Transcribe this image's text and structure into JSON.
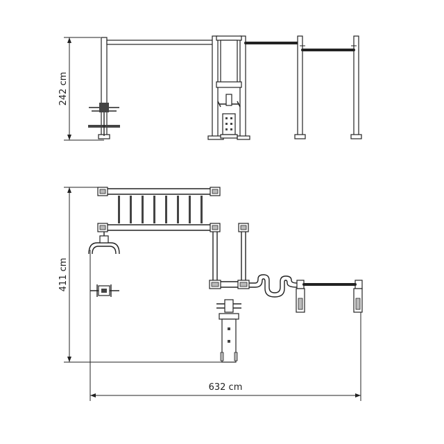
{
  "dimensions": {
    "height_elevation": "242 cm",
    "depth_plan": "411 cm",
    "width_plan": "632 cm"
  }
}
